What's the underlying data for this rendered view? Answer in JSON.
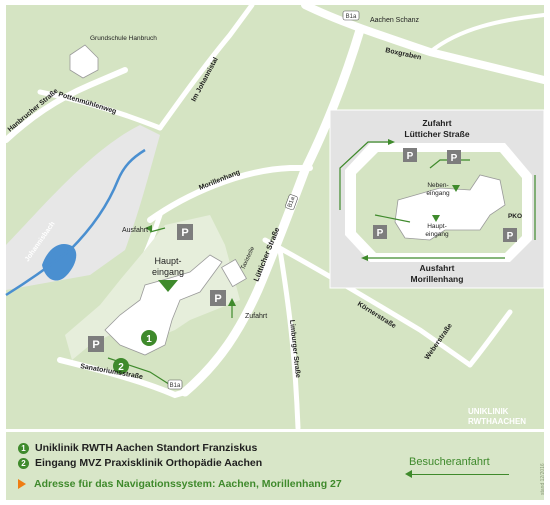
{
  "streets": {
    "hanbrucher": "Hanbrucher Straße",
    "pottenmuehlenweg": "Pottenmühlenweg",
    "johannistal": "Im Johannistal",
    "grundschule": "Grundschule Hanbruch",
    "aachen_schanz": "Aachen Schanz",
    "b1a_top": "B1a",
    "boxgraben": "Boxgraben",
    "johannisbach": "Johannisbach",
    "morillenhang": "Morillenhang",
    "b1a_mid": "B1a",
    "luetticher": "Lütticher Straße",
    "taxistelle": "Taxistelle",
    "limburger": "Limburger Straße",
    "koerner": "Körnerstraße",
    "weber": "Weberstraße",
    "sanatorium": "Sanatoriumsstraße",
    "b1a_bottom": "B1a"
  },
  "labels": {
    "ausfahrt": "Ausfahrt",
    "zufahrt": "Zufahrt",
    "haupteingang_1": "Haupt-",
    "haupteingang_2": "eingang",
    "parking": "P",
    "marker_1": "1",
    "marker_2": "2"
  },
  "inset": {
    "zufahrt_1": "Zufahrt",
    "zufahrt_2": "Lütticher Straße",
    "ausfahrt_1": "Ausfahrt",
    "ausfahrt_2": "Morillenhang",
    "neben_1": "Neben-",
    "neben_2": "eingang",
    "haupt_1": "Haupt-",
    "haupt_2": "eingang",
    "pko": "PKO",
    "parking": "P"
  },
  "logo": {
    "line1": "UNIKLINIK",
    "line2": "RWTHAACHEN"
  },
  "legend": {
    "item1_num": "1",
    "item1": "Uniklinik RWTH Aachen Standort Franziskus",
    "item2_num": "2",
    "item2": "Eingang MVZ Praxisklinik Orthopädie Aachen",
    "nav": "Adresse für das Navigationssystem: Aachen, Morillenhang 27",
    "besucheranfahrt": "Besucheranfahrt"
  },
  "copyright": "stand 12/2016",
  "colors": {
    "land": "#d5e4c3",
    "road": "#ffffff",
    "route": "#3f8a2c",
    "water": "#4a8fd0",
    "parking": "#7d7d7d",
    "nav_arrow": "#ef7d12"
  }
}
